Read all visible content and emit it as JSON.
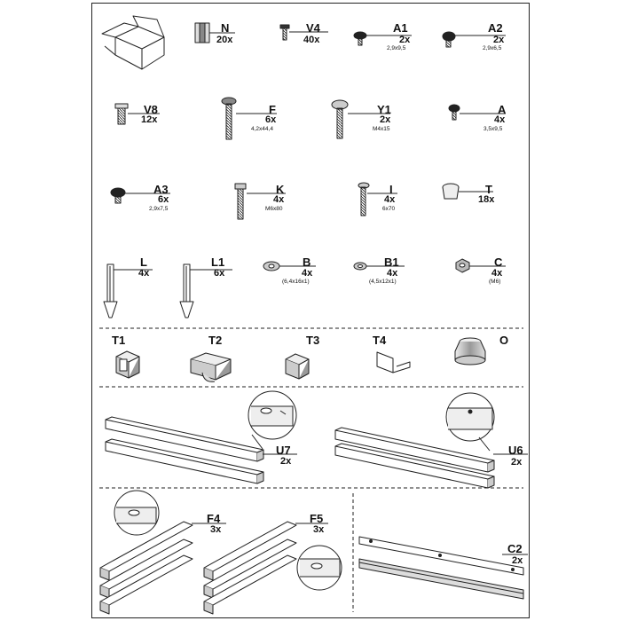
{
  "parts": [
    {
      "id": "N",
      "code": "N",
      "qty": "20x",
      "spec": ""
    },
    {
      "id": "V4",
      "code": "V4",
      "qty": "40x",
      "spec": ""
    },
    {
      "id": "A1",
      "code": "A1",
      "qty": "2x",
      "spec": "2,9x9,5"
    },
    {
      "id": "A2",
      "code": "A2",
      "qty": "2x",
      "spec": "2,9x6,5"
    },
    {
      "id": "V8",
      "code": "V8",
      "qty": "12x",
      "spec": ""
    },
    {
      "id": "F",
      "code": "F",
      "qty": "6x",
      "spec": "4,2x44,4"
    },
    {
      "id": "Y1",
      "code": "Y1",
      "qty": "2x",
      "spec": "M4x15"
    },
    {
      "id": "A",
      "code": "A",
      "qty": "4x",
      "spec": "3,5x9,5"
    },
    {
      "id": "A3",
      "code": "A3",
      "qty": "6x",
      "spec": "2,9x7,5"
    },
    {
      "id": "K",
      "code": "K",
      "qty": "4x",
      "spec": "M6x80"
    },
    {
      "id": "I",
      "code": "I",
      "qty": "4x",
      "spec": "6x70"
    },
    {
      "id": "T",
      "code": "T",
      "qty": "18x",
      "spec": ""
    },
    {
      "id": "L",
      "code": "L",
      "qty": "4x",
      "spec": ""
    },
    {
      "id": "L1",
      "code": "L1",
      "qty": "6x",
      "spec": ""
    },
    {
      "id": "B",
      "code": "B",
      "qty": "4x",
      "spec": "(6,4x16x1)"
    },
    {
      "id": "B1",
      "code": "B1",
      "qty": "4x",
      "spec": "(4,5x12x1)"
    },
    {
      "id": "C",
      "code": "C",
      "qty": "4x",
      "spec": "(M6)"
    }
  ],
  "connectors": [
    {
      "id": "T1",
      "code": "T1"
    },
    {
      "id": "T2",
      "code": "T2"
    },
    {
      "id": "T3",
      "code": "T3"
    },
    {
      "id": "T4",
      "code": "T4"
    },
    {
      "id": "O",
      "code": "O"
    }
  ],
  "profiles": [
    {
      "id": "U7",
      "code": "U7",
      "qty": "2x"
    },
    {
      "id": "U6",
      "code": "U6",
      "qty": "2x"
    },
    {
      "id": "F4",
      "code": "F4",
      "qty": "3x"
    },
    {
      "id": "F5",
      "code": "F5",
      "qty": "3x"
    },
    {
      "id": "C2",
      "code": "C2",
      "qty": "2x"
    }
  ],
  "icons": {
    "box": "cardboard-box-icon",
    "screw": "screw-icon",
    "bolt": "bolt-icon",
    "anchor": "wall-plug-icon",
    "washer": "washer-icon",
    "nut": "hex-nut-icon",
    "cap": "end-cap-icon",
    "connector": "profile-connector-icon",
    "profile": "metal-profile-icon",
    "rail": "rail-icon"
  },
  "colors": {
    "ink": "#222222",
    "paper": "#ffffff",
    "shade": "#cccccc"
  }
}
